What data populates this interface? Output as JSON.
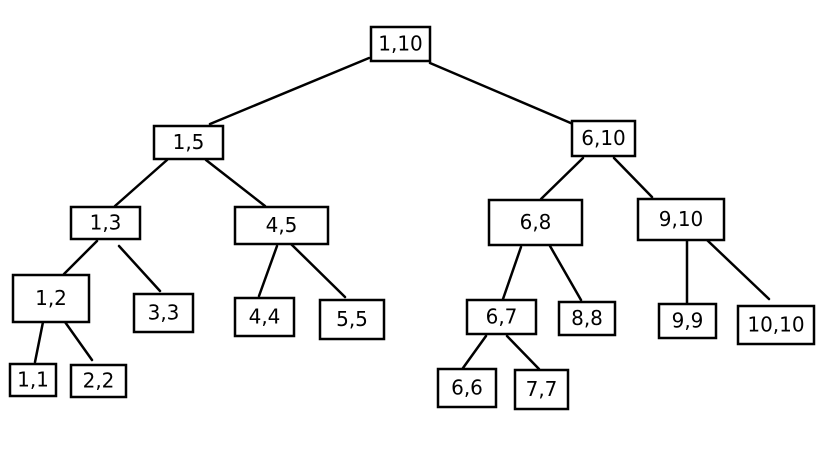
{
  "tree": {
    "nodes": [
      {
        "id": "n-1-10",
        "label": "1,10"
      },
      {
        "id": "n-1-5",
        "label": "1,5"
      },
      {
        "id": "n-6-10",
        "label": "6,10"
      },
      {
        "id": "n-1-3",
        "label": "1,3"
      },
      {
        "id": "n-4-5",
        "label": "4,5"
      },
      {
        "id": "n-6-8",
        "label": "6,8"
      },
      {
        "id": "n-9-10",
        "label": "9,10"
      },
      {
        "id": "n-1-2",
        "label": "1,2"
      },
      {
        "id": "n-3-3",
        "label": "3,3"
      },
      {
        "id": "n-4-4",
        "label": "4,4"
      },
      {
        "id": "n-5-5",
        "label": "5,5"
      },
      {
        "id": "n-6-7",
        "label": "6,7"
      },
      {
        "id": "n-8-8",
        "label": "8,8"
      },
      {
        "id": "n-9-9",
        "label": "9,9"
      },
      {
        "id": "n-10-10",
        "label": "10,10"
      },
      {
        "id": "n-1-1",
        "label": "1,1"
      },
      {
        "id": "n-2-2",
        "label": "2,2"
      },
      {
        "id": "n-6-6",
        "label": "6,6"
      },
      {
        "id": "n-7-7",
        "label": "7,7"
      }
    ],
    "edges": [
      {
        "from": "n-1-10",
        "to": "n-1-5"
      },
      {
        "from": "n-1-10",
        "to": "n-6-10"
      },
      {
        "from": "n-1-5",
        "to": "n-1-3"
      },
      {
        "from": "n-1-5",
        "to": "n-4-5"
      },
      {
        "from": "n-6-10",
        "to": "n-6-8"
      },
      {
        "from": "n-6-10",
        "to": "n-9-10"
      },
      {
        "from": "n-1-3",
        "to": "n-1-2"
      },
      {
        "from": "n-1-3",
        "to": "n-3-3"
      },
      {
        "from": "n-4-5",
        "to": "n-4-4"
      },
      {
        "from": "n-4-5",
        "to": "n-5-5"
      },
      {
        "from": "n-6-8",
        "to": "n-6-7"
      },
      {
        "from": "n-6-8",
        "to": "n-8-8"
      },
      {
        "from": "n-9-10",
        "to": "n-9-9"
      },
      {
        "from": "n-9-10",
        "to": "n-10-10"
      },
      {
        "from": "n-1-2",
        "to": "n-1-1"
      },
      {
        "from": "n-1-2",
        "to": "n-2-2"
      },
      {
        "from": "n-6-7",
        "to": "n-6-6"
      },
      {
        "from": "n-6-7",
        "to": "n-7-7"
      }
    ]
  }
}
